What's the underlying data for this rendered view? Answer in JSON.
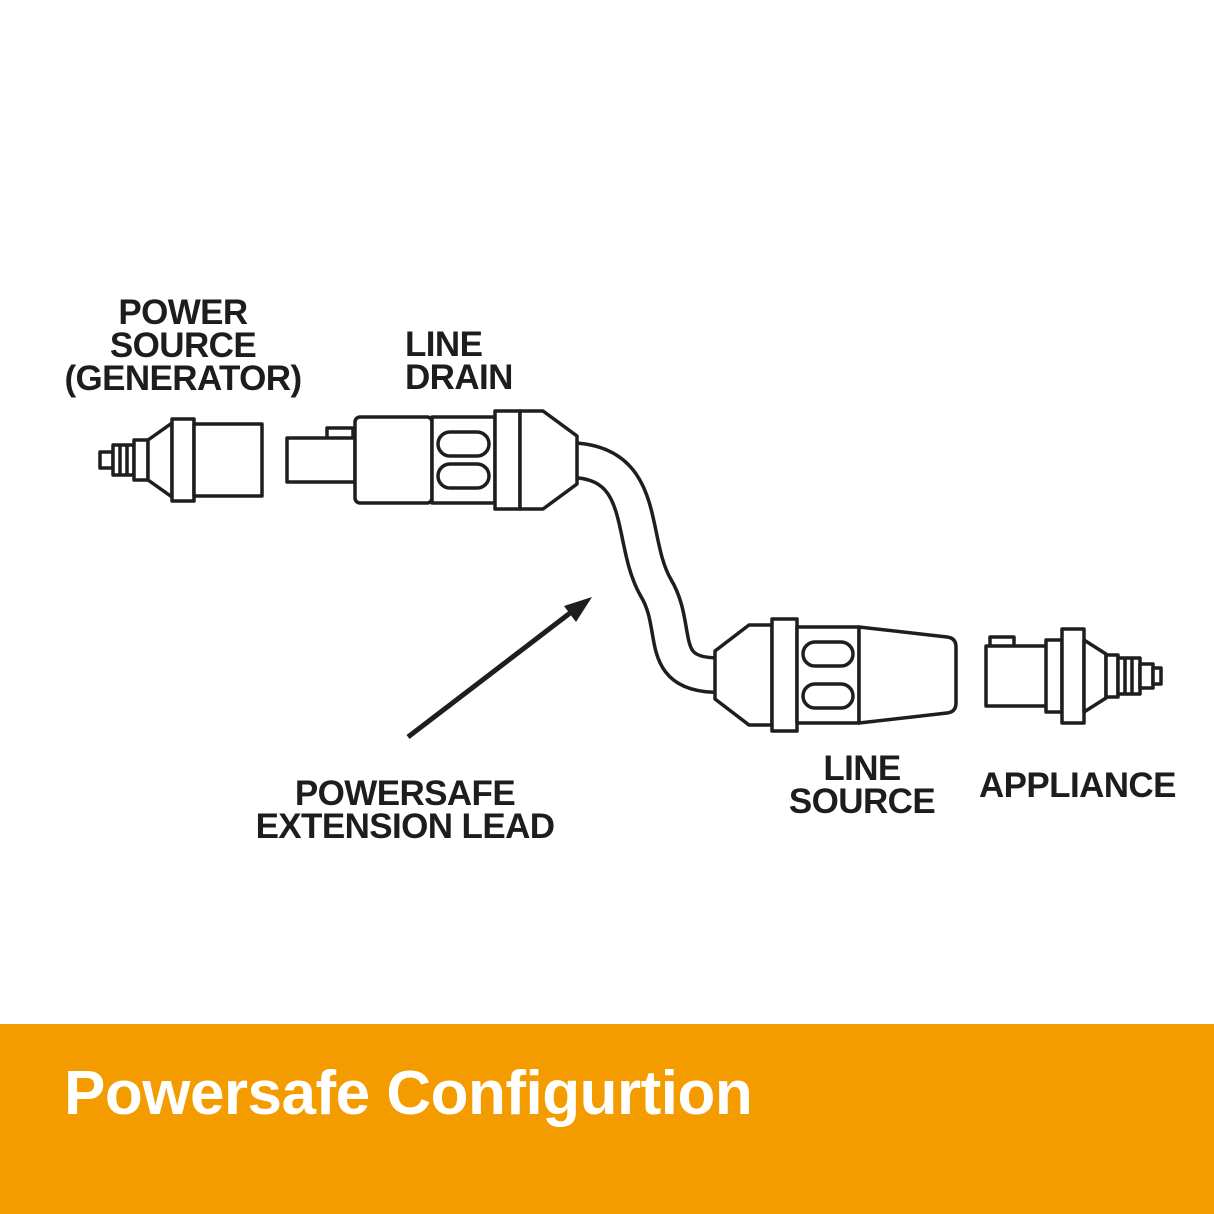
{
  "diagram": {
    "labels": {
      "power_source": {
        "lines": [
          "POWER",
          "SOURCE",
          "(GENERATOR)"
        ]
      },
      "line_drain": {
        "lines": [
          "LINE",
          "DRAIN"
        ]
      },
      "extension_lead": {
        "lines": [
          "POWERSAFE",
          "EXTENSION LEAD"
        ]
      },
      "line_source": {
        "lines": [
          "LINE",
          "SOURCE"
        ]
      },
      "appliance": "APPLIANCE"
    },
    "drawings": [
      "power-source-plug",
      "line-drain-connector",
      "extension-lead-cable",
      "pointer-arrow",
      "line-source-connector",
      "appliance-plug"
    ]
  },
  "banner": {
    "title": "Powersafe Configurtion",
    "background": "#F49B00",
    "text_color": "#FFFFFF"
  },
  "colors": {
    "line_art": "#1E1E1E",
    "page_background": "#FFFFFF"
  }
}
